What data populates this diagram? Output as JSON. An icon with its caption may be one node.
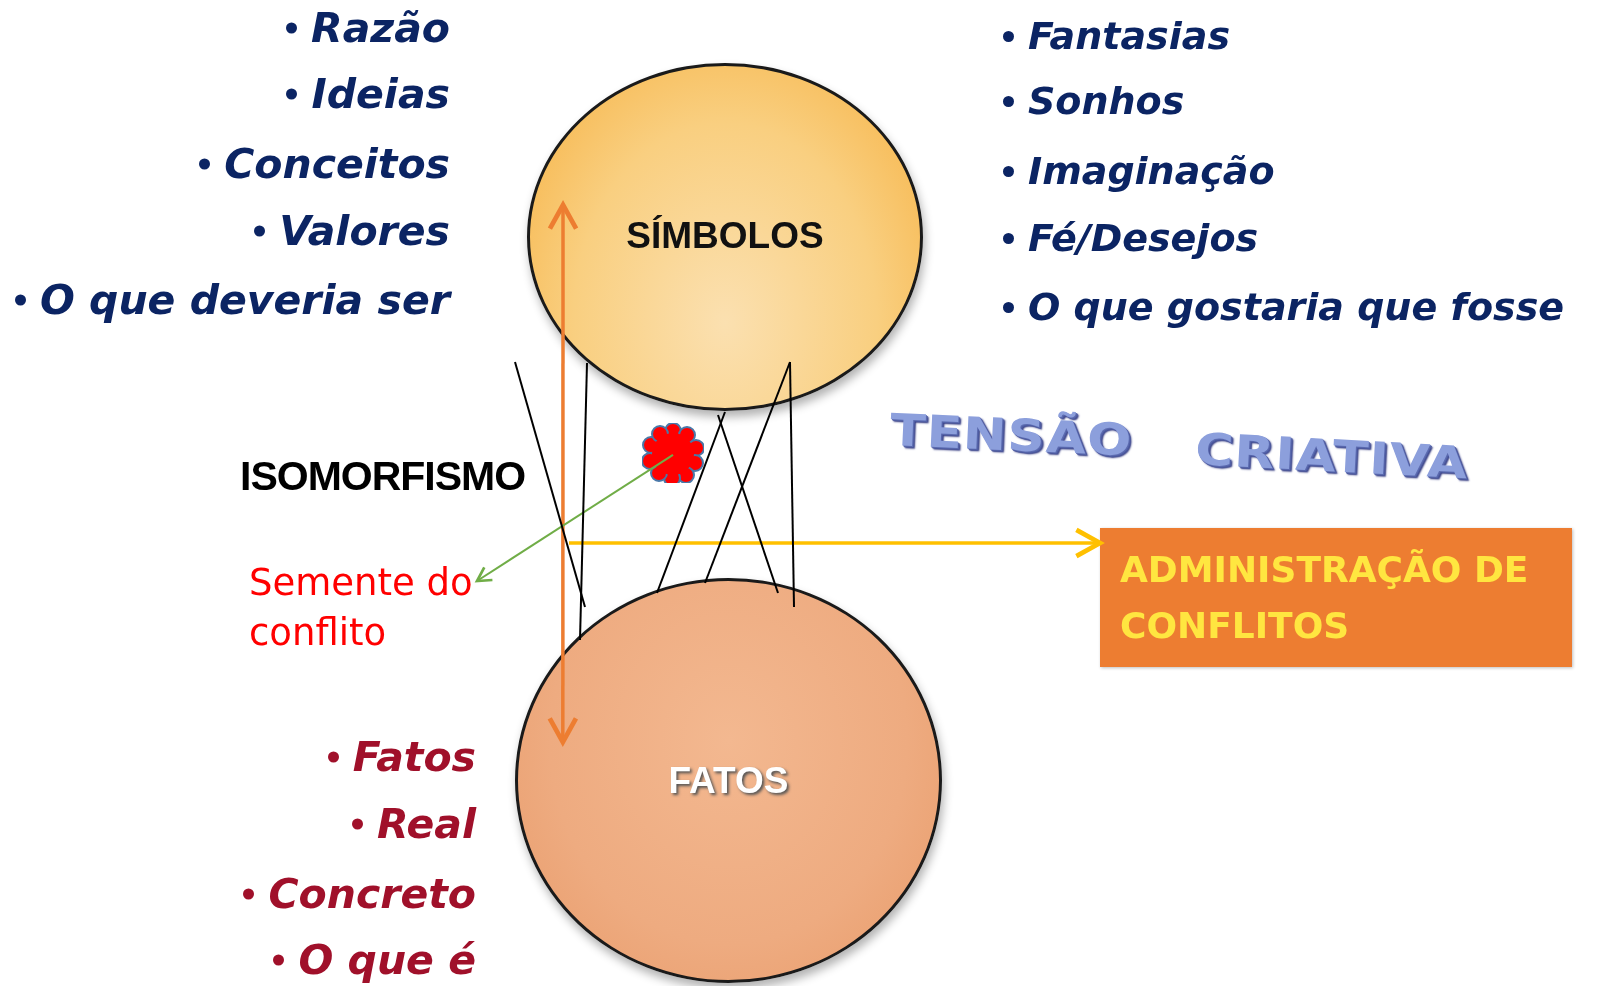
{
  "diagram": {
    "nodes": [
      {
        "text": [
          "SÍMBOLOS"
        ]
      },
      {
        "text": [
          "FATOS"
        ]
      },
      {
        "text": [],
        "shape": "cloud"
      },
      {
        "text": [
          "Semente do conflito"
        ]
      },
      {
        "text": [
          "ADMINISTRAÇÃO DE CONFLITOS"
        ]
      }
    ],
    "edges": [
      {
        "from": 0,
        "to": 1,
        "arrow": "both",
        "color": "#ed7d31"
      },
      {
        "from": null,
        "to": 4,
        "arrow": "to",
        "color": "#ffc000"
      },
      {
        "from": 2,
        "to": 3,
        "arrow": "to",
        "color": "#70ad47"
      },
      {
        "from": 0,
        "to": 1,
        "arrow": "none"
      },
      {
        "from": 0,
        "to": 1,
        "arrow": "none"
      },
      {
        "from": 0,
        "to": 1,
        "arrow": "none"
      },
      {
        "from": 0,
        "to": 1,
        "arrow": "none"
      },
      {
        "from": 0,
        "to": 1,
        "arrow": "none"
      },
      {
        "from": 0,
        "to": 1,
        "arrow": "none"
      }
    ],
    "labels": [
      "Razão",
      "Ideias",
      "Conceitos",
      "Valores",
      "O que deveria ser",
      "Fantasias",
      "Sonhos",
      "Imaginação",
      "Fé/Desejos",
      "O que gostaria que fosse",
      "ISOMORFISMO",
      "TENSÃO",
      "CRIATIVA",
      "Fatos",
      "Real",
      "Concreto",
      "O que é"
    ]
  }
}
